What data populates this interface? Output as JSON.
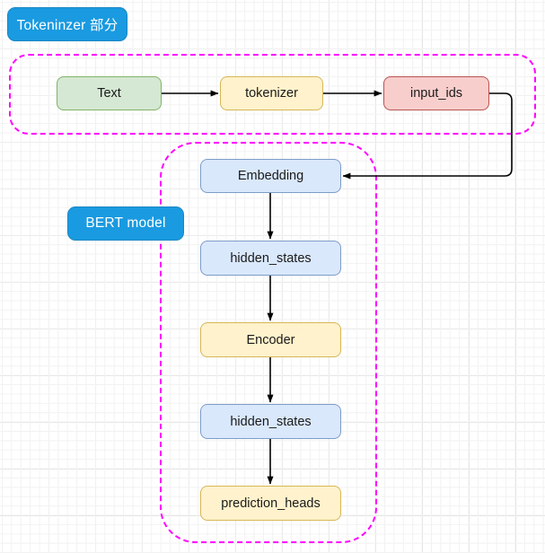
{
  "diagram": {
    "title_tags": [
      {
        "id": "tokenizer-section",
        "label": "Tokeninzer 部分",
        "color": "#1a9ae0"
      },
      {
        "id": "bert-model",
        "label": "BERT model",
        "color": "#1a9ae0"
      }
    ],
    "groups": [
      {
        "id": "tokenizer-group",
        "style": "dashed",
        "color": "#ff00ff"
      },
      {
        "id": "bert-group",
        "style": "dashed",
        "color": "#ff00ff"
      }
    ],
    "nodes": [
      {
        "id": "text",
        "label": "Text",
        "fill": "#d5e8d4",
        "stroke": "#82b366"
      },
      {
        "id": "tokenizer",
        "label": "tokenizer",
        "fill": "#fff2cc",
        "stroke": "#d6b656"
      },
      {
        "id": "input_ids",
        "label": "input_ids",
        "fill": "#f8cecc",
        "stroke": "#b85450"
      },
      {
        "id": "embedding",
        "label": "Embedding",
        "fill": "#dae8fc",
        "stroke": "#7d9cc8"
      },
      {
        "id": "hidden_states_1",
        "label": "hidden_states",
        "fill": "#dae8fc",
        "stroke": "#7d9cc8"
      },
      {
        "id": "encoder",
        "label": "Encoder",
        "fill": "#fff2cc",
        "stroke": "#d6b656"
      },
      {
        "id": "hidden_states_2",
        "label": "hidden_states",
        "fill": "#dae8fc",
        "stroke": "#7d9cc8"
      },
      {
        "id": "prediction_heads",
        "label": "prediction_heads",
        "fill": "#fff2cc",
        "stroke": "#d6b656"
      }
    ],
    "edges": [
      {
        "from": "text",
        "to": "tokenizer",
        "arrow": "right"
      },
      {
        "from": "tokenizer",
        "to": "input_ids",
        "arrow": "right"
      },
      {
        "from": "input_ids",
        "to": "embedding",
        "arrow": "left-routed"
      },
      {
        "from": "embedding",
        "to": "hidden_states_1",
        "arrow": "down"
      },
      {
        "from": "hidden_states_1",
        "to": "encoder",
        "arrow": "down"
      },
      {
        "from": "encoder",
        "to": "hidden_states_2",
        "arrow": "down"
      },
      {
        "from": "hidden_states_2",
        "to": "prediction_heads",
        "arrow": "down"
      }
    ]
  }
}
